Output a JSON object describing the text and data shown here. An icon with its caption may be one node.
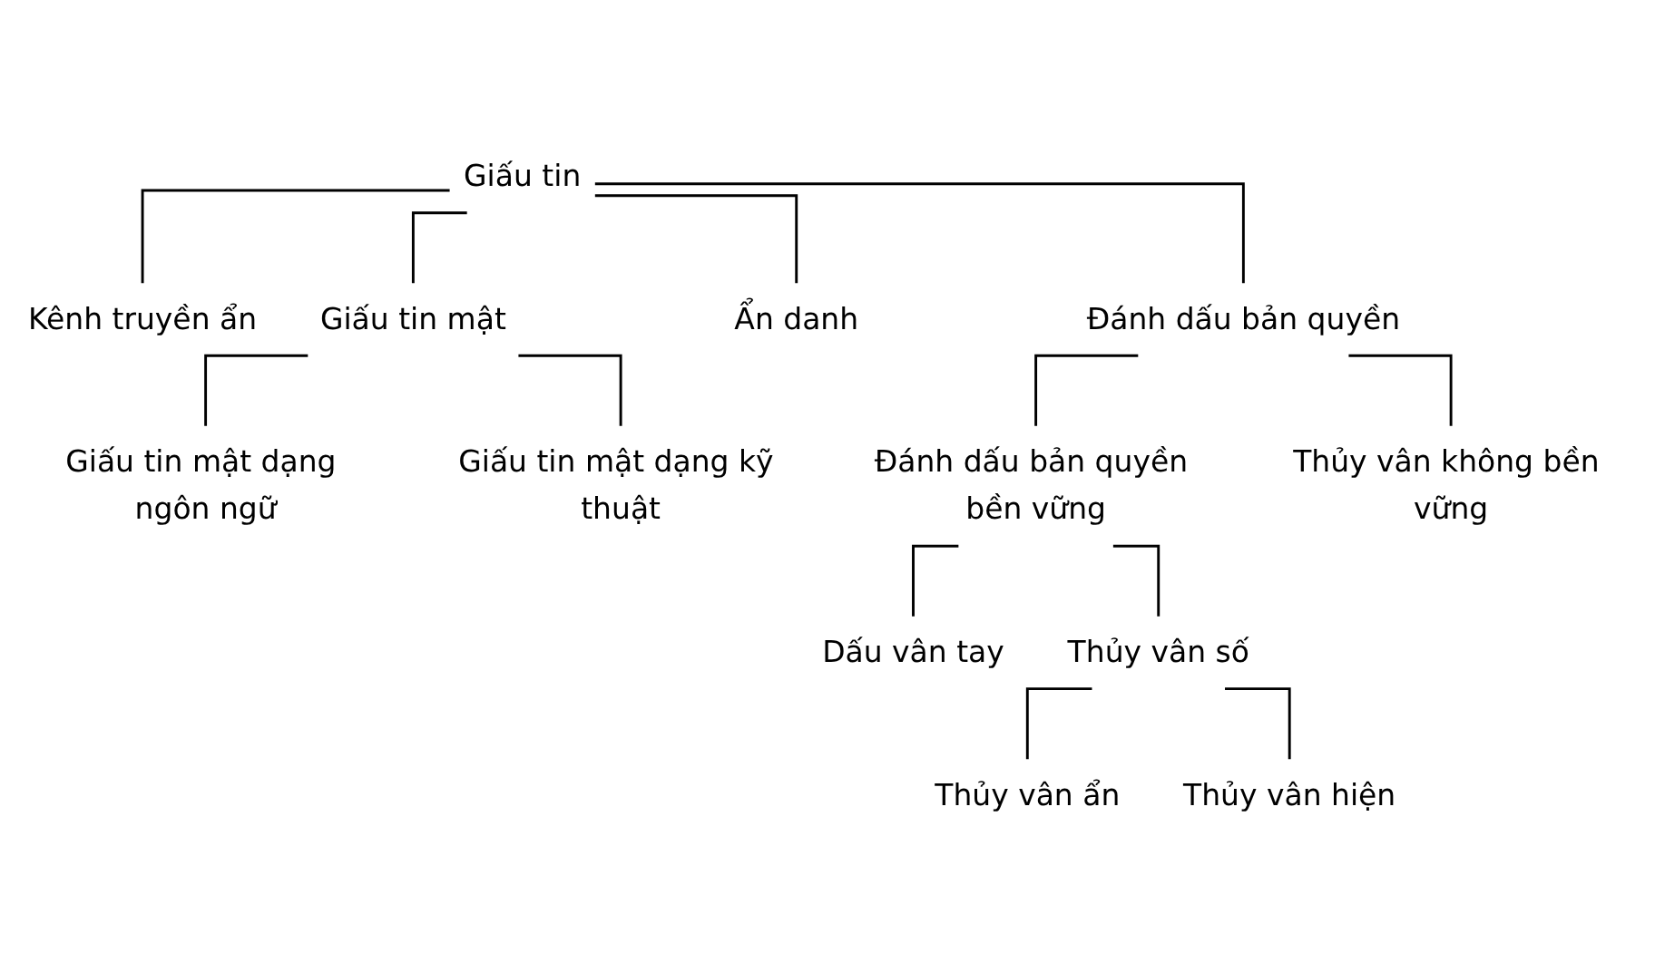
{
  "diagram": {
    "nodes": [
      {
        "text": [
          "Giấu tin"
        ]
      },
      {
        "text": [
          "Kênh truyền ẩn"
        ]
      },
      {
        "text": [
          "Giấu tin mật"
        ]
      },
      {
        "text": [
          "Ẩn danh"
        ]
      },
      {
        "text": [
          "Đánh dấu bản quyền"
        ]
      },
      {
        "text": [
          "Giấu tin mật dạng ngôn ngữ"
        ]
      },
      {
        "text": [
          "Giấu tin mật dạng kỹ thuật"
        ]
      },
      {
        "text": [
          "Đánh dấu bản quyền bền vững"
        ]
      },
      {
        "text": [
          "Thủy vân không bền vững"
        ]
      },
      {
        "text": [
          "Dấu vân tay"
        ]
      },
      {
        "text": [
          "Thủy vân số"
        ]
      },
      {
        "text": [
          "Thủy vân ẩn"
        ]
      },
      {
        "text": [
          "Thủy vân hiện"
        ]
      }
    ],
    "edges": [
      {
        "from": 0,
        "to": 1,
        "arrow": "none"
      },
      {
        "from": 0,
        "to": 2,
        "arrow": "none"
      },
      {
        "from": 0,
        "to": 3,
        "arrow": "none"
      },
      {
        "from": 0,
        "to": 4,
        "arrow": "none"
      },
      {
        "from": 2,
        "to": 5,
        "arrow": "none"
      },
      {
        "from": 2,
        "to": 6,
        "arrow": "none"
      },
      {
        "from": 4,
        "to": 7,
        "arrow": "none"
      },
      {
        "from": 4,
        "to": 8,
        "arrow": "none"
      },
      {
        "from": 7,
        "to": 9,
        "arrow": "none"
      },
      {
        "from": 7,
        "to": 10,
        "arrow": "none"
      },
      {
        "from": 10,
        "to": 11,
        "arrow": "none"
      },
      {
        "from": 10,
        "to": 12,
        "arrow": "none"
      }
    ]
  }
}
